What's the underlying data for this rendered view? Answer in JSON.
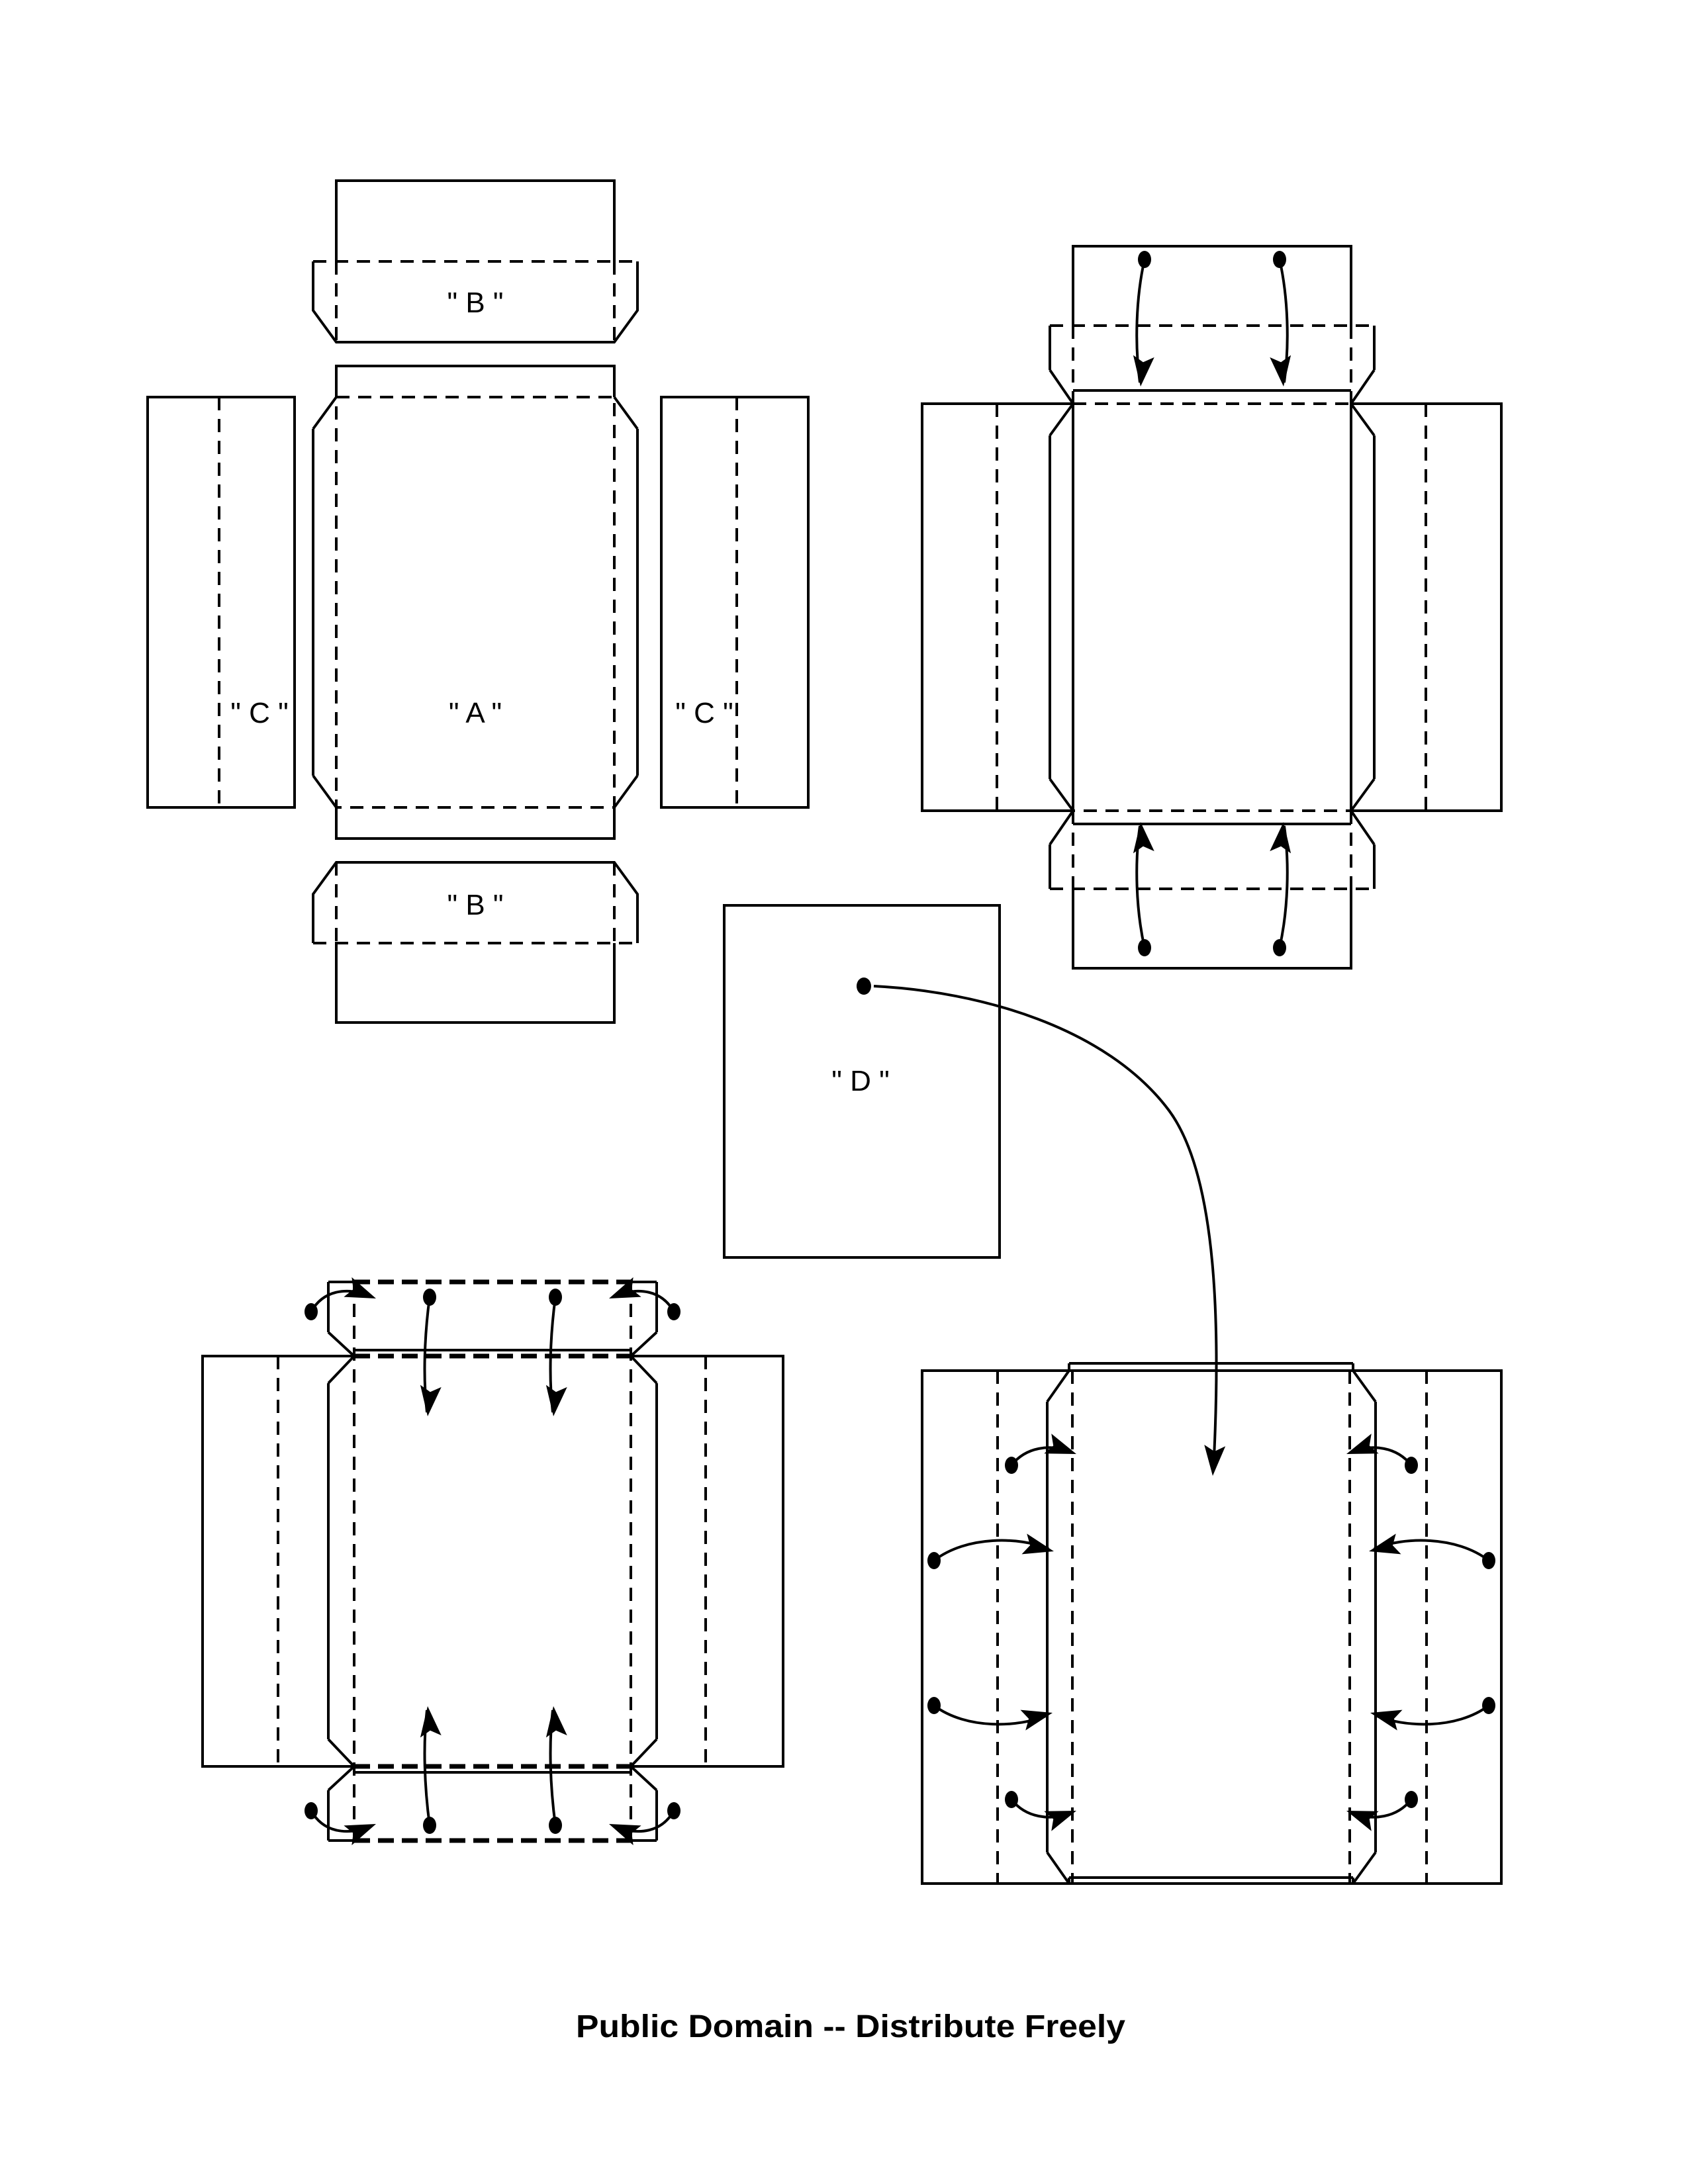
{
  "diagram": {
    "background_color": "#ffffff",
    "line_color": "#000000",
    "pieces": {
      "a": "\" A \"",
      "b": "\" B \"",
      "c": "\" C \"",
      "d": "\" D \""
    },
    "caption": "Public Domain -- Distribute Freely"
  }
}
